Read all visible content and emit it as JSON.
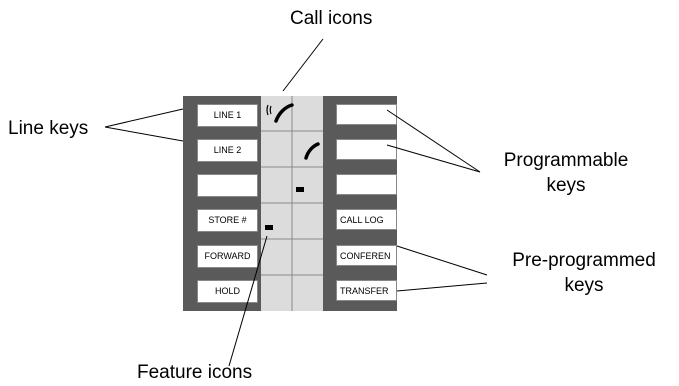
{
  "labels": {
    "call_icons": "Call icons",
    "line_keys": "Line keys",
    "programmable_keys_1": "Programmable",
    "programmable_keys_2": "keys",
    "preprogrammed_1": "Pre-programmed",
    "preprogrammed_2": "keys",
    "feature_icons": "Feature icons"
  },
  "left_keys": [
    "LINE 1",
    "LINE 2",
    "",
    "STORE #",
    "FORWARD",
    "HOLD"
  ],
  "right_keys": [
    "",
    "",
    "",
    "CALL LOG",
    "CONFEREN",
    "TRANSFER"
  ],
  "colors": {
    "panel": "#5a5a5a",
    "icon_grid": "#dcdcdc",
    "key_face": "#ffffff"
  },
  "icons": [
    "ringing-handset-icon",
    "handset-icon",
    "feature-indicator-icon"
  ]
}
